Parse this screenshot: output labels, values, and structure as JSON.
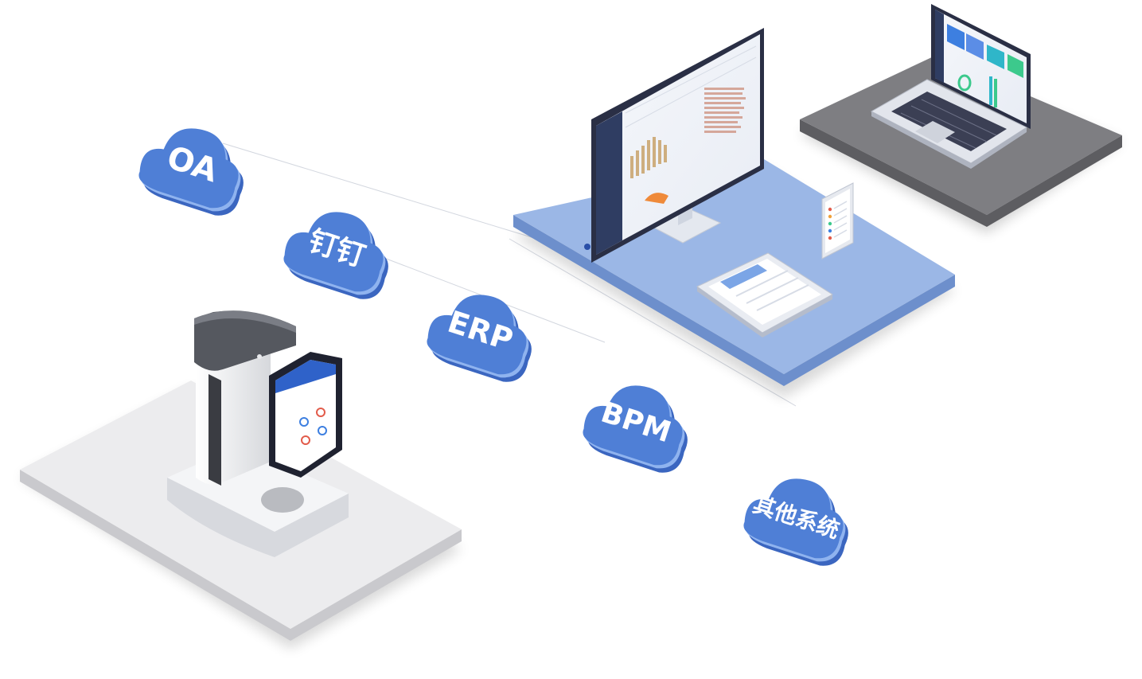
{
  "colors": {
    "cloud_top": "#4f7fd6",
    "cloud_side": "#3b66c0",
    "cloud_edge": "#8fb3ef",
    "desk_top": "#9bb7e6",
    "desk_side": "#6d8fcc",
    "slab_top": "#7e7e82",
    "slab_side": "#5d5d61",
    "platform_top": "#ececee",
    "platform_side": "#c9c9cd",
    "screen_bezel": "#2a2f45",
    "accent_blue": "#3d7fe0",
    "accent_green": "#3cc98c"
  },
  "clouds": [
    {
      "id": "oa",
      "label": "OA"
    },
    {
      "id": "dingtalk",
      "label": "钉钉"
    },
    {
      "id": "erp",
      "label": "ERP"
    },
    {
      "id": "bpm",
      "label": "BPM"
    },
    {
      "id": "other",
      "label": "其他系统"
    }
  ]
}
